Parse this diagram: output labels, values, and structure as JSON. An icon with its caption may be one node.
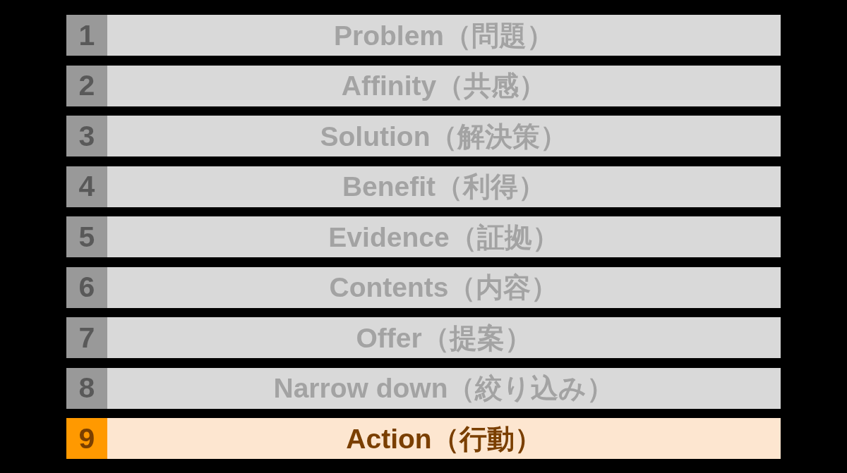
{
  "diagram": {
    "nodes": [
      {
        "text": [
          "1",
          "Problem（問題）"
        ]
      },
      {
        "text": [
          "2",
          "Affinity（共感）"
        ]
      },
      {
        "text": [
          "3",
          "Solution（解決策）"
        ]
      },
      {
        "text": [
          "4",
          "Benefit（利得）"
        ]
      },
      {
        "text": [
          "5",
          "Evidence（証拠）"
        ]
      },
      {
        "text": [
          "6",
          "Contents（内容）"
        ]
      },
      {
        "text": [
          "7",
          "Offer（提案）"
        ]
      },
      {
        "text": [
          "8",
          "Narrow down（絞り込み）"
        ]
      },
      {
        "text": [
          "9",
          "Action（行動）"
        ]
      }
    ],
    "edges": []
  }
}
